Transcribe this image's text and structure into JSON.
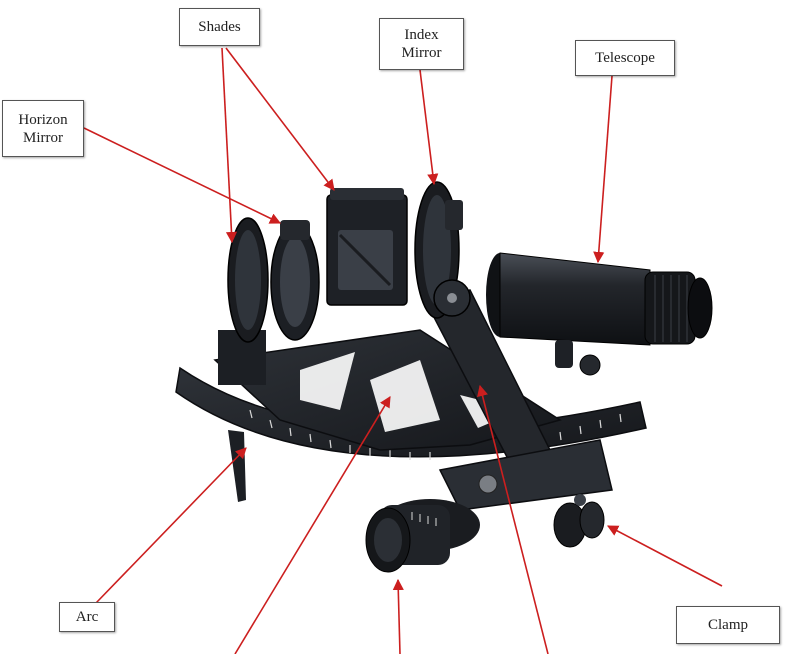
{
  "labels": {
    "shades": "Shades",
    "index_mirror": "Index\nMirror",
    "telescope": "Telescope",
    "horizon_mirror": "Horizon\nMirror",
    "arc": "Arc",
    "clamp": "Clamp"
  },
  "colors": {
    "arrow": "#cc1f1f",
    "instrument": "#1c1f24",
    "instrument_highlight": "#3a3f47",
    "scale_marks": "#d8d8d8"
  }
}
